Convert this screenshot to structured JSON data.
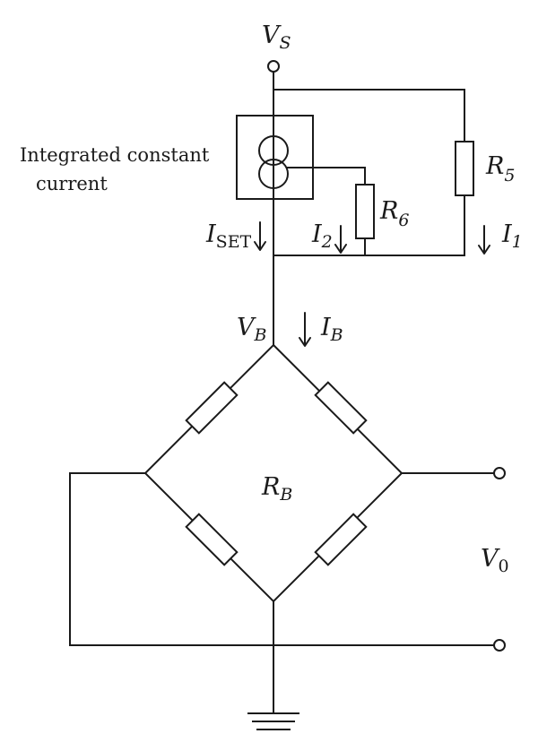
{
  "labels": {
    "vs": {
      "main": "V",
      "sub": "S"
    },
    "source_line1": "Integrated constant",
    "source_line2": "current",
    "r5": {
      "main": "R",
      "sub": "5"
    },
    "r6": {
      "main": "R",
      "sub": "6"
    },
    "iset": {
      "main": "I",
      "sub": "SET"
    },
    "i2": {
      "main": "I",
      "sub": "2"
    },
    "i1": {
      "main": "I",
      "sub": "1"
    },
    "vb": {
      "main": "V",
      "sub": "B"
    },
    "ib": {
      "main": "I",
      "sub": "B"
    },
    "rb": {
      "main": "R",
      "sub": "B"
    },
    "v0": {
      "main": "V",
      "sub": "0"
    }
  }
}
